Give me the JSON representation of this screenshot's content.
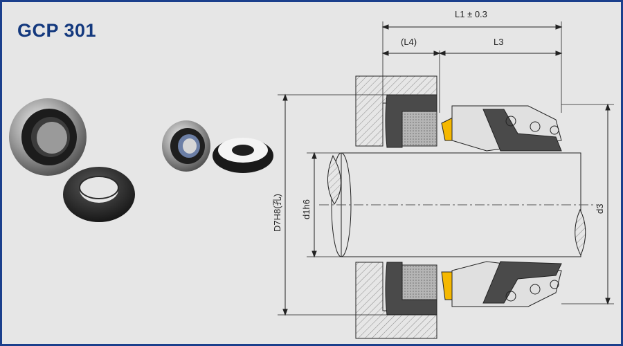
{
  "title": "GCP 301",
  "dimensions": {
    "l1": "L1 ± 0.3",
    "l4": "(L4)",
    "l3": "L3",
    "d7h8": "D7H8(孔)",
    "d1h6": "d1h6",
    "d3": "d3"
  },
  "colors": {
    "frame_border": "#1b3f8c",
    "background": "#e6e6e6",
    "title": "#14397e",
    "rubber": "#4a4a4a",
    "face_ring": "#9a9a9a",
    "spring_seat": "#f5b800"
  },
  "photos": [
    "seal-head-large-icon",
    "stationary-ring-large-icon",
    "seal-head-small-icon",
    "stationary-seat-white-icon"
  ]
}
